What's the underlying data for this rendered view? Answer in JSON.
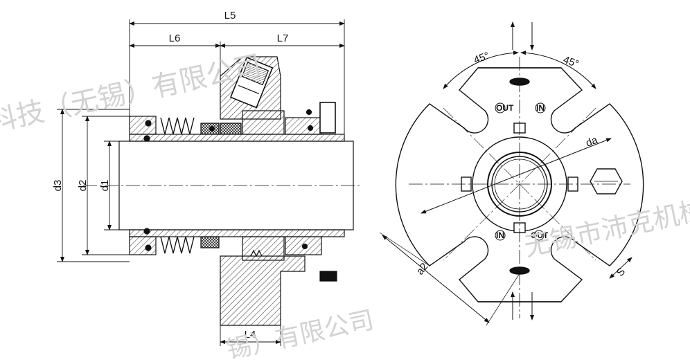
{
  "left_view": {
    "dims": {
      "L5": "L5",
      "L6": "L6",
      "L7": "L7",
      "L4": "L4",
      "d1": "d1",
      "d2": "d2",
      "d3": "d3"
    }
  },
  "right_view": {
    "dims": {
      "da": "da",
      "a2": "a2",
      "S": "S"
    },
    "angle_left": "45°",
    "angle_right": "45°",
    "ports_top": {
      "out": "OUT",
      "in": "IN"
    },
    "ports_bottom": {
      "in": "IN",
      "out": "OUT"
    }
  },
  "watermark": {
    "upper_left": "科技（无锡）有限公司",
    "right": "无锡市沛克机械密封",
    "bottom": "锡）有限公司"
  }
}
